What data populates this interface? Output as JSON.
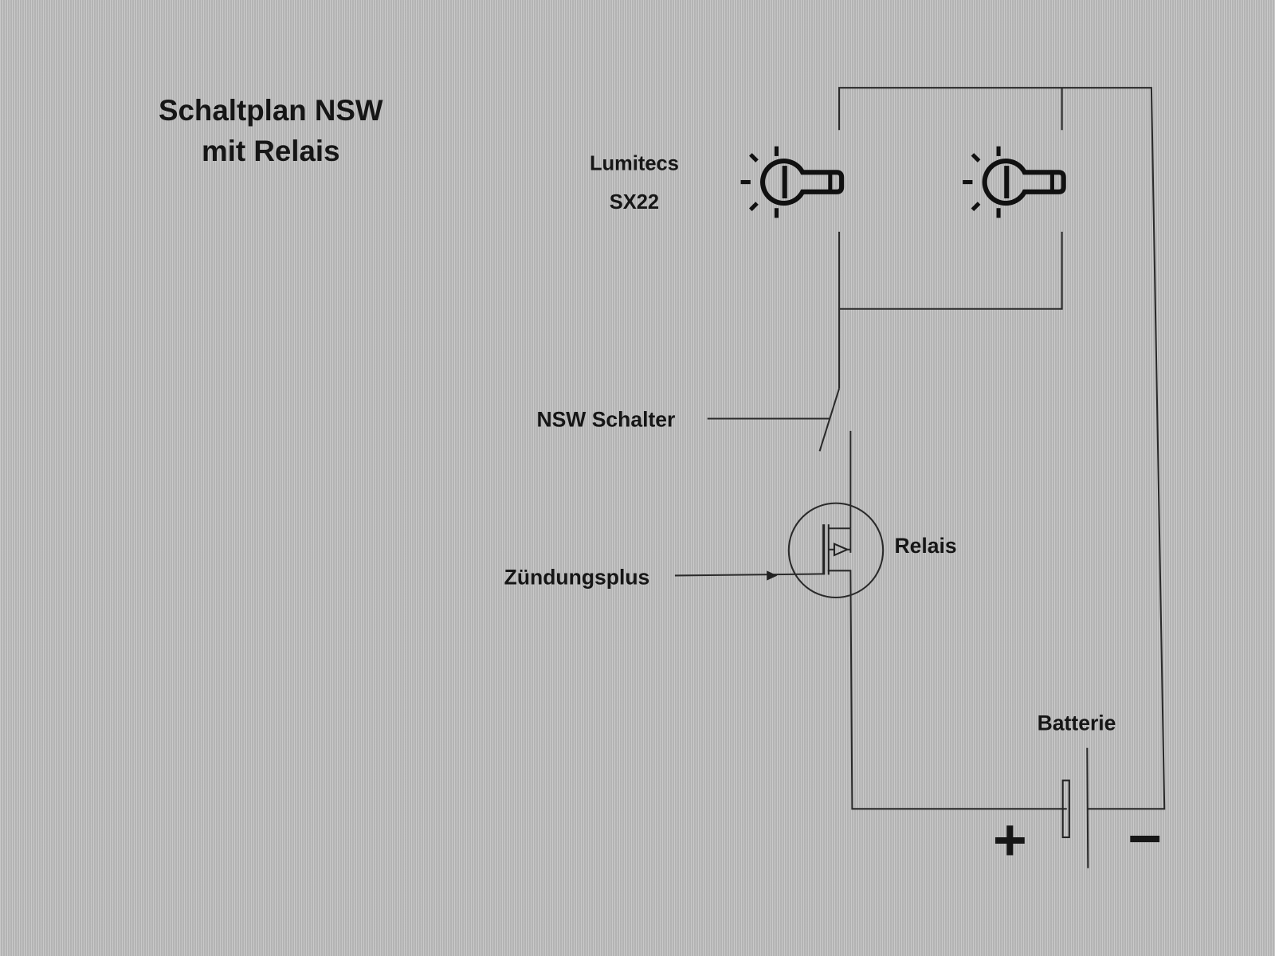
{
  "title": {
    "line1": "Schaltplan NSW",
    "line2": "mit Relais"
  },
  "lamp_label": {
    "line1": "Lumitecs",
    "line2": "SX22"
  },
  "switch_label": "NSW Schalter",
  "ignition_label": "Zündungsplus",
  "relay_label": "Relais",
  "battery_label": "Batterie",
  "battery_plus": "+",
  "battery_minus": "−",
  "icons": [
    "lamp-icon",
    "lamp-icon",
    "mosfet-relay-icon",
    "battery-icon",
    "switch-icon"
  ]
}
